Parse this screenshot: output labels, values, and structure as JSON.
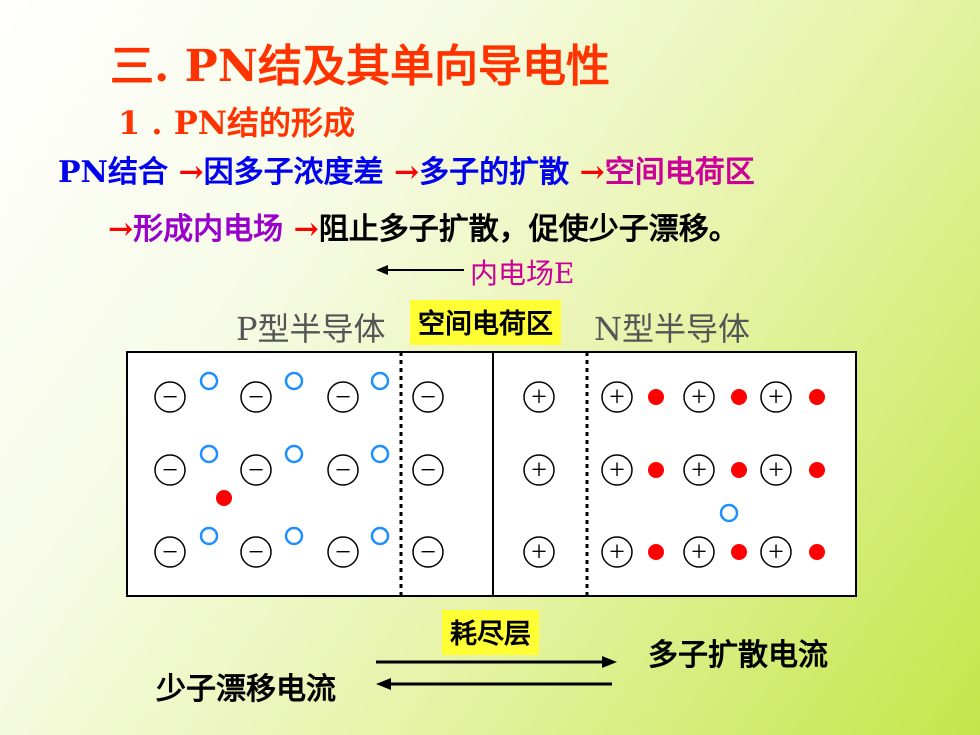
{
  "title": "三. PN结及其单向导电性",
  "subtitle": "1 . PN结的形成",
  "flow1": {
    "p0": "PN结合",
    "a1": "→",
    "p1": "因多子浓度差",
    "a2": "→",
    "p2": "多子的扩散",
    "a3": "→",
    "p3": "空间电荷区"
  },
  "flow2": {
    "a1": "→",
    "p1": "形成内电场",
    "a2": "→",
    "p2": "阻止多子扩散，促使少子漂移。"
  },
  "field_label": "内电场E",
  "p_label": "P型半导体",
  "space_charge_label": "空间电荷区",
  "n_label": "N型半导体",
  "depletion_label": "耗尽层",
  "diffusion_label": "多子扩散电流",
  "drift_label": "少子漂移电流",
  "ion_signs": {
    "negative": "−",
    "positive": "+"
  },
  "colors": {
    "title": "#ff3300",
    "flow_blue": "#0000ee",
    "flow_purple": "#9900cc",
    "flow_magenta": "#cc0099",
    "arrow_red": "#ff0000",
    "hole_blue": "#1e8fff",
    "electron_red": "#ff0000",
    "highlight": "#ffff33"
  }
}
